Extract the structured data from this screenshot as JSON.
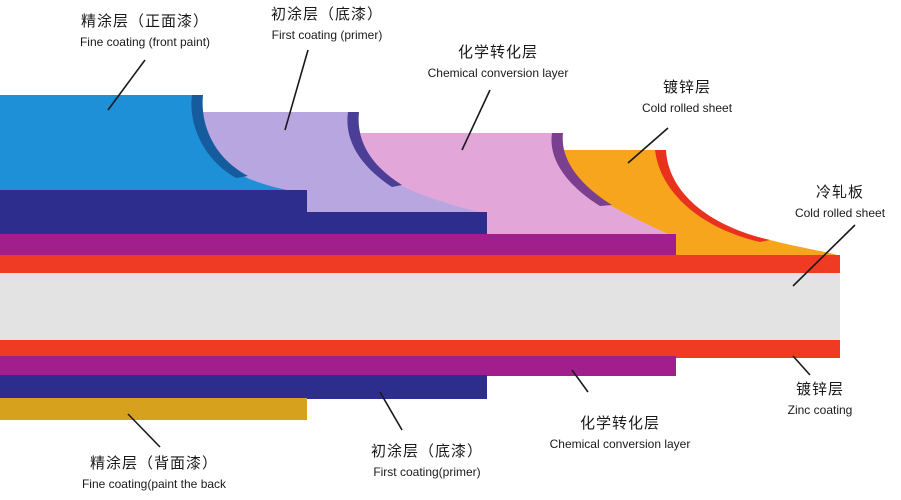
{
  "labels": {
    "fine_coating_front": {
      "zh": "精涂层（正面漆）",
      "en": "Fine coating (front paint)"
    },
    "first_coating_top": {
      "zh": "初涂层（底漆）",
      "en": "First coating (primer)"
    },
    "chemical_conversion_top": {
      "zh": "化学转化层",
      "en": "Chemical conversion layer"
    },
    "galvanized_top": {
      "zh": "镀锌层",
      "en": "Cold rolled sheet"
    },
    "cold_rolled_sheet": {
      "zh": "冷轧板",
      "en": "Cold rolled sheet"
    },
    "zinc_coating_bottom": {
      "zh": "镀锌层",
      "en": "Zinc coating"
    },
    "chemical_conversion_bottom": {
      "zh": "化学转化层",
      "en": "Chemical conversion layer"
    },
    "first_coating_bottom": {
      "zh": "初涂层（底漆）",
      "en": "First coating(primer)"
    },
    "fine_coating_back": {
      "zh": "精涂层（背面漆）",
      "en": "Fine coating(paint the back"
    }
  },
  "colors": {
    "fine_coating_front": "#1e90d8",
    "first_coating": "#b7a6e0",
    "chemical_conversion": "#e3a6d8",
    "zinc_layer": "#f7a51c",
    "primer_band": "#2d2d8e",
    "conversion_band": "#a21e8c",
    "zinc_band": "#ef3b24",
    "steel_core": "#e3e3e3",
    "back_coating": "#d6a21d",
    "leader_line": "#1a1a1a"
  }
}
